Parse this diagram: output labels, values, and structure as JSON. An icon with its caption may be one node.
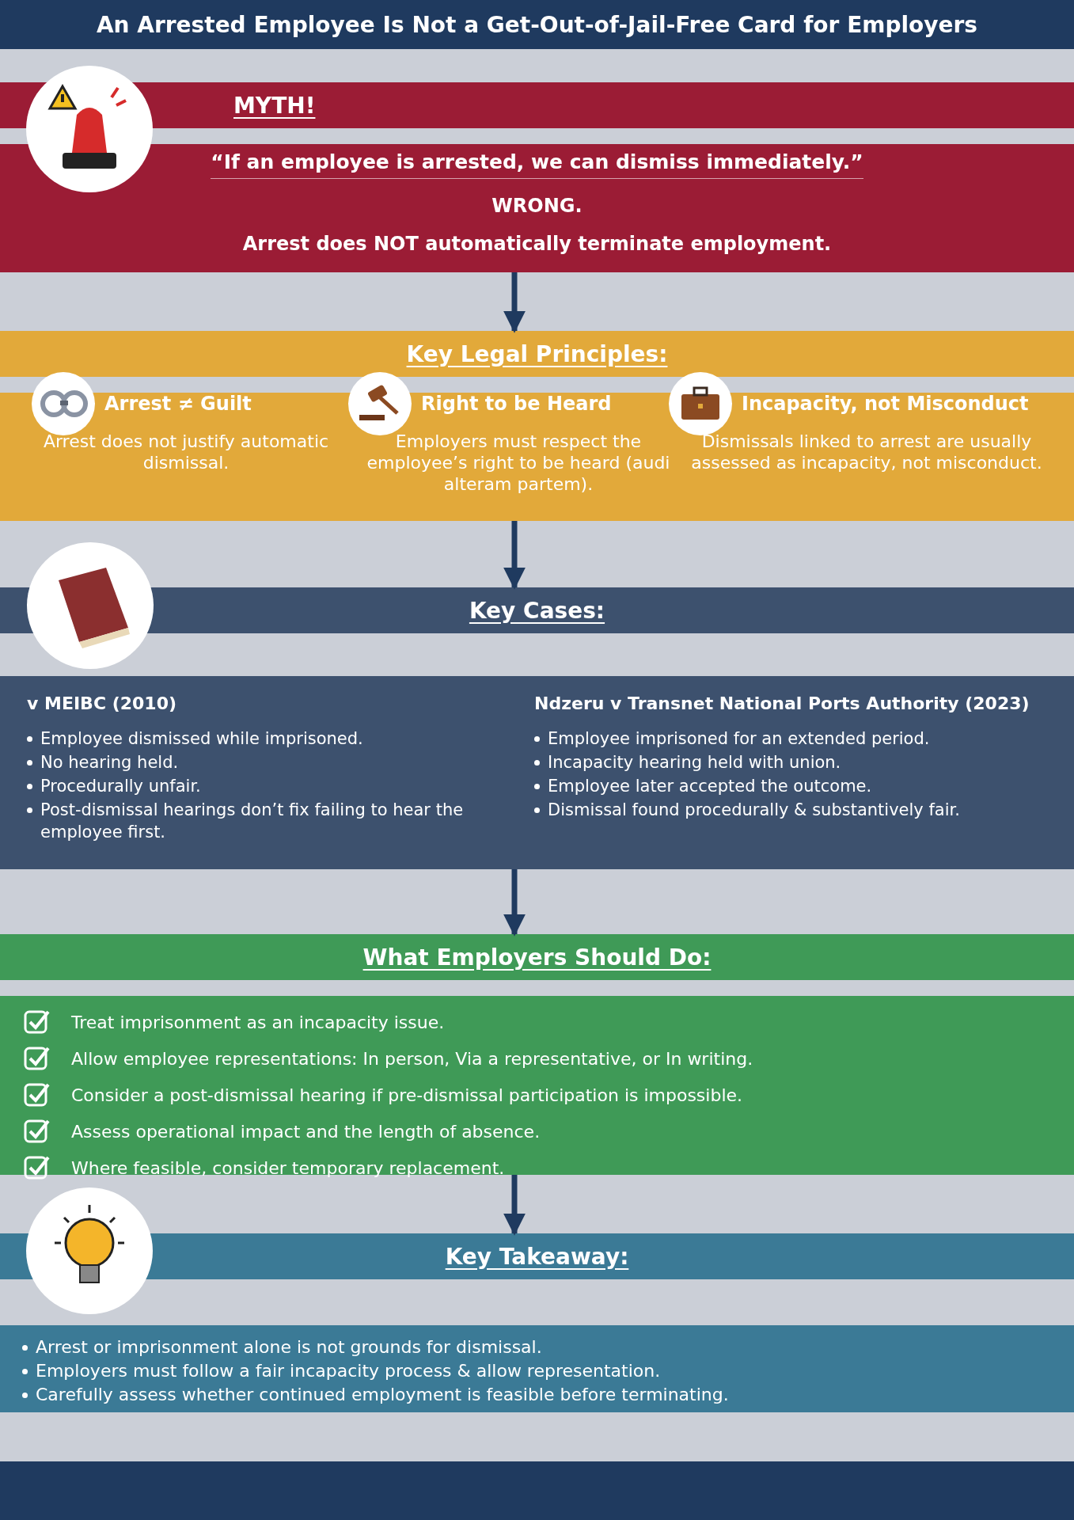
{
  "diagram": {
    "title": "An Arrested Employee Is Not a Get-Out-of-Jail-Free Card for Employers",
    "nodes": [
      {
        "text": [
          "MYTH!",
          "“If an employee is arrested, we can dismiss immediately.”",
          "WRONG.",
          "Arrest does NOT automatically terminate employment."
        ]
      },
      {
        "text": [
          "Key Legal Principles:"
        ]
      },
      {
        "text": [
          "Arrest ≠ Guilt",
          "Arrest does not justify automatic dismissal."
        ],
        "in": 1
      },
      {
        "text": [
          "Right to be Heard",
          "Employers must respect the employee’s right to be heard (audi alteram partem)."
        ],
        "in": 1
      },
      {
        "text": [
          "Incapacity, not Misconduct",
          "Dismissals linked to arrest are usually assessed as incapacity, not misconduct."
        ],
        "in": 1
      },
      {
        "text": [
          "Key Cases:"
        ]
      },
      {
        "text": [
          "v MEIBC (2010)",
          "Employee dismissed while imprisoned.",
          "No hearing held.",
          "Procedurally unfair.",
          "Post-dismissal hearings don’t fix failing to hear the employee first."
        ],
        "in": 5
      },
      {
        "text": [
          "Ndzeru v Transnet National Ports Authority (2023)",
          "Employee imprisoned for an extended period.",
          "Incapacity hearing held with union.",
          "Employee later accepted the outcome.",
          "Dismissal found procedurally & substantively fair."
        ],
        "in": 5
      },
      {
        "text": [
          "What Employers Should Do:",
          "Treat imprisonment as an incapacity issue.",
          "Allow employee representations: In person, Via a representative, or In writing.",
          "Consider a post-dismissal hearing if pre-dismissal participation is impossible.",
          "Assess operational impact and the length of absence.",
          "Where feasible, consider temporary replacement."
        ]
      },
      {
        "text": [
          "Key Takeaway:",
          "Arrest or imprisonment alone is not grounds for dismissal.",
          "Employers must follow a fair incapacity process & allow representation.",
          "Carefully assess whether continued employment is feasible before terminating."
        ]
      }
    ],
    "edges": [
      {
        "from": 0,
        "to": 1,
        "arrow": "to"
      },
      {
        "from": 1,
        "to": 5,
        "arrow": "to"
      },
      {
        "from": 5,
        "to": 8,
        "arrow": "to"
      },
      {
        "from": 8,
        "to": 9,
        "arrow": "to"
      }
    ]
  }
}
